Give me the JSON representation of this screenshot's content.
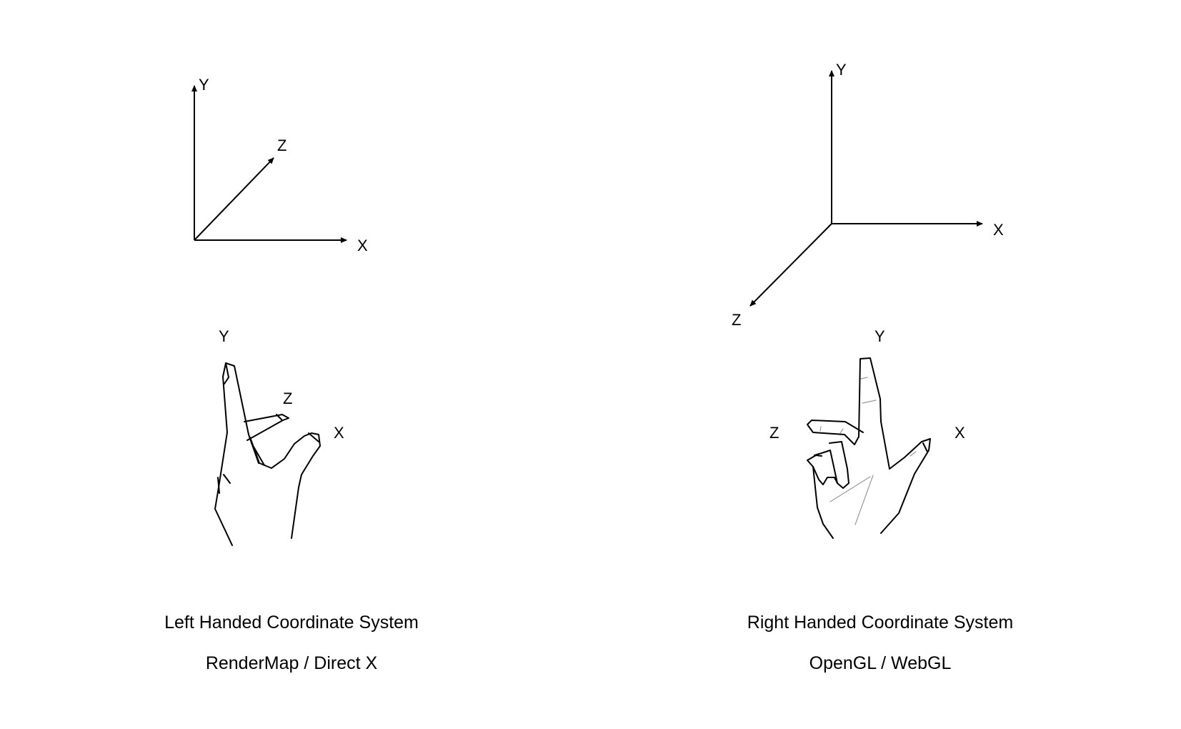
{
  "left_system": {
    "axes": {
      "y": "Y",
      "z": "Z",
      "x": "X"
    },
    "hand": {
      "y": "Y",
      "z": "Z",
      "x": "X"
    },
    "title": "Left Handed Coordinate System",
    "subtitle": "RenderMap / Direct X"
  },
  "right_system": {
    "axes": {
      "y": "Y",
      "z": "Z",
      "x": "X"
    },
    "hand": {
      "y": "Y",
      "z": "Z",
      "x": "X"
    },
    "title": "Right Handed Coordinate System",
    "subtitle": "OpenGL / WebGL"
  },
  "colors": {
    "line": "#000000",
    "crease": "#999999",
    "background": "#ffffff"
  }
}
